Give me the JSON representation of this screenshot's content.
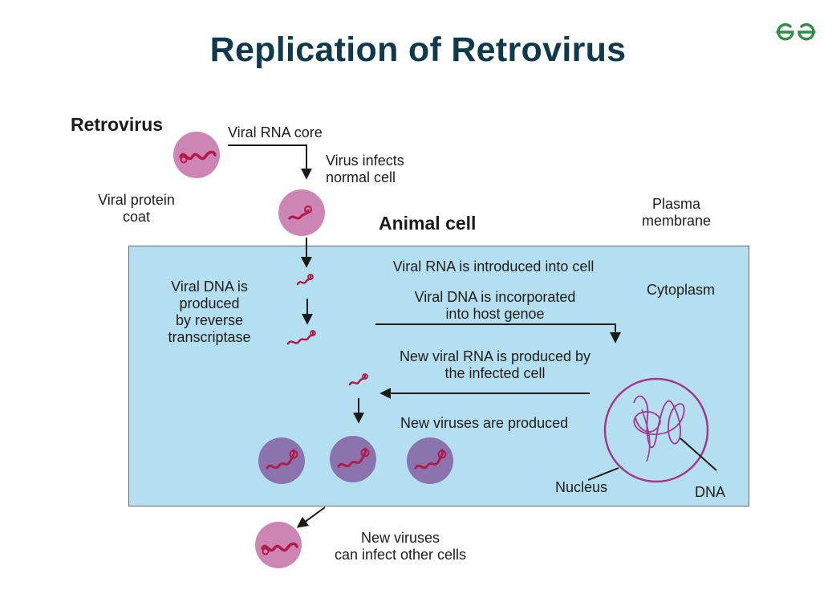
{
  "title": "Replication of Retrovirus",
  "labels": {
    "retrovirus": "Retrovirus",
    "viral_rna_core": "Viral RNA core",
    "virus_infects": "Virus infects\nnormal cell",
    "viral_protein_coat": "Viral protein\ncoat",
    "animal_cell": "Animal cell",
    "plasma_membrane": "Plasma\nmembrane",
    "cytoplasm": "Cytoplasm",
    "rna_introduced": "Viral RNA is introduced into cell",
    "dna_produced": "Viral DNA is\nproduced\nby reverse\ntranscriptase",
    "dna_incorporated": "Viral DNA is incorporated\ninto host genoe",
    "new_rna": "New viral RNA is produced by\nthe infected cell",
    "new_viruses": "New viruses are produced",
    "nucleus": "Nucleus",
    "dna": "DNA",
    "infect_others": "New viruses\ncan infect other cells"
  },
  "colors": {
    "title": "#0e3a4c",
    "cytoplasm": "#b3dff0",
    "virion_pink": "#cd86b4",
    "virion_purple": "#8b74ad",
    "rna_strand": "#b3194a",
    "nucleus": "#a5378b",
    "logo_green": "#2f8d46"
  },
  "icons": [
    "gfg-logo-icon"
  ]
}
